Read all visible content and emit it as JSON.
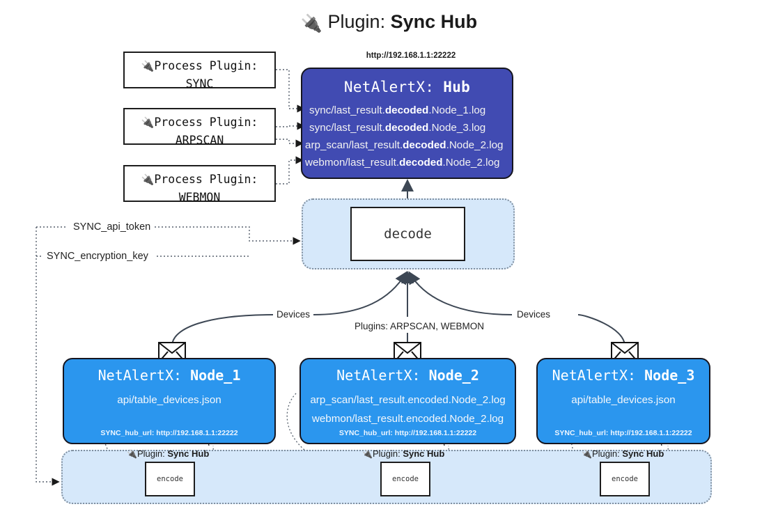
{
  "title": {
    "prefix": "Plugin:",
    "name": "Sync Hub",
    "icon": "plug-icon"
  },
  "process_plugins": [
    {
      "label": "Process Plugin:",
      "name": "SYNC"
    },
    {
      "label": "Process Plugin:",
      "name": "ARPSCAN"
    },
    {
      "label": "Process Plugin:",
      "name": "WEBMON"
    }
  ],
  "hub": {
    "url": "http://192.168.1.1:22222",
    "title_prefix": "NetAlertX:",
    "title_name": "Hub",
    "rows": [
      {
        "pre": "sync/last_result.",
        "mid": "decoded",
        "post": ".Node_1.log"
      },
      {
        "pre": "sync/last_result.",
        "mid": "decoded",
        "post": ".Node_3.log"
      },
      {
        "pre": "arp_scan/last_result.",
        "mid": "decoded",
        "post": ".Node_2.log"
      },
      {
        "pre": "webmon/last_result.",
        "mid": "decoded",
        "post": ".Node_2.log"
      }
    ]
  },
  "decode": {
    "label": "decode"
  },
  "secrets": {
    "api_token": "SYNC_api_token",
    "encryption_key": "SYNC_encryption_key"
  },
  "edges": {
    "devices_left": "Devices",
    "devices_right": "Devices",
    "plugins_mid": "Plugins: ARPSCAN, WEBMON"
  },
  "nodes": [
    {
      "title_prefix": "NetAlertX:",
      "title_name": "Node_1",
      "lines": [
        "api/table_devices.json"
      ],
      "footer": "SYNC_hub_url: http://192.168.1.1:22222"
    },
    {
      "title_prefix": "NetAlertX:",
      "title_name": "Node_2",
      "lines": [
        "arp_scan/last_result.encoded.Node_2.log",
        "webmon/last_result.encoded.Node_2.log"
      ],
      "footer": "SYNC_hub_url: http://192.168.1.1:22222"
    },
    {
      "title_prefix": "NetAlertX:",
      "title_name": "Node_3",
      "lines": [
        "api/table_devices.json"
      ],
      "footer": "SYNC_hub_url: http://192.168.1.1:22222"
    }
  ],
  "encoders": [
    {
      "plugin_label": "Plugin:",
      "plugin_name": "Sync Hub",
      "box_label": "encode"
    },
    {
      "plugin_label": "Plugin:",
      "plugin_name": "Sync Hub",
      "box_label": "encode"
    },
    {
      "plugin_label": "Plugin:",
      "plugin_name": "Sync Hub",
      "box_label": "encode"
    }
  ],
  "colors": {
    "hub_fill": "#414bb2",
    "node_fill": "#2b96ee",
    "band_fill": "#d6e8fa",
    "stroke": "#15151f",
    "line": "#3d4754"
  },
  "icons": {
    "envelope": "envelope-icon",
    "plug": "plug-icon"
  }
}
